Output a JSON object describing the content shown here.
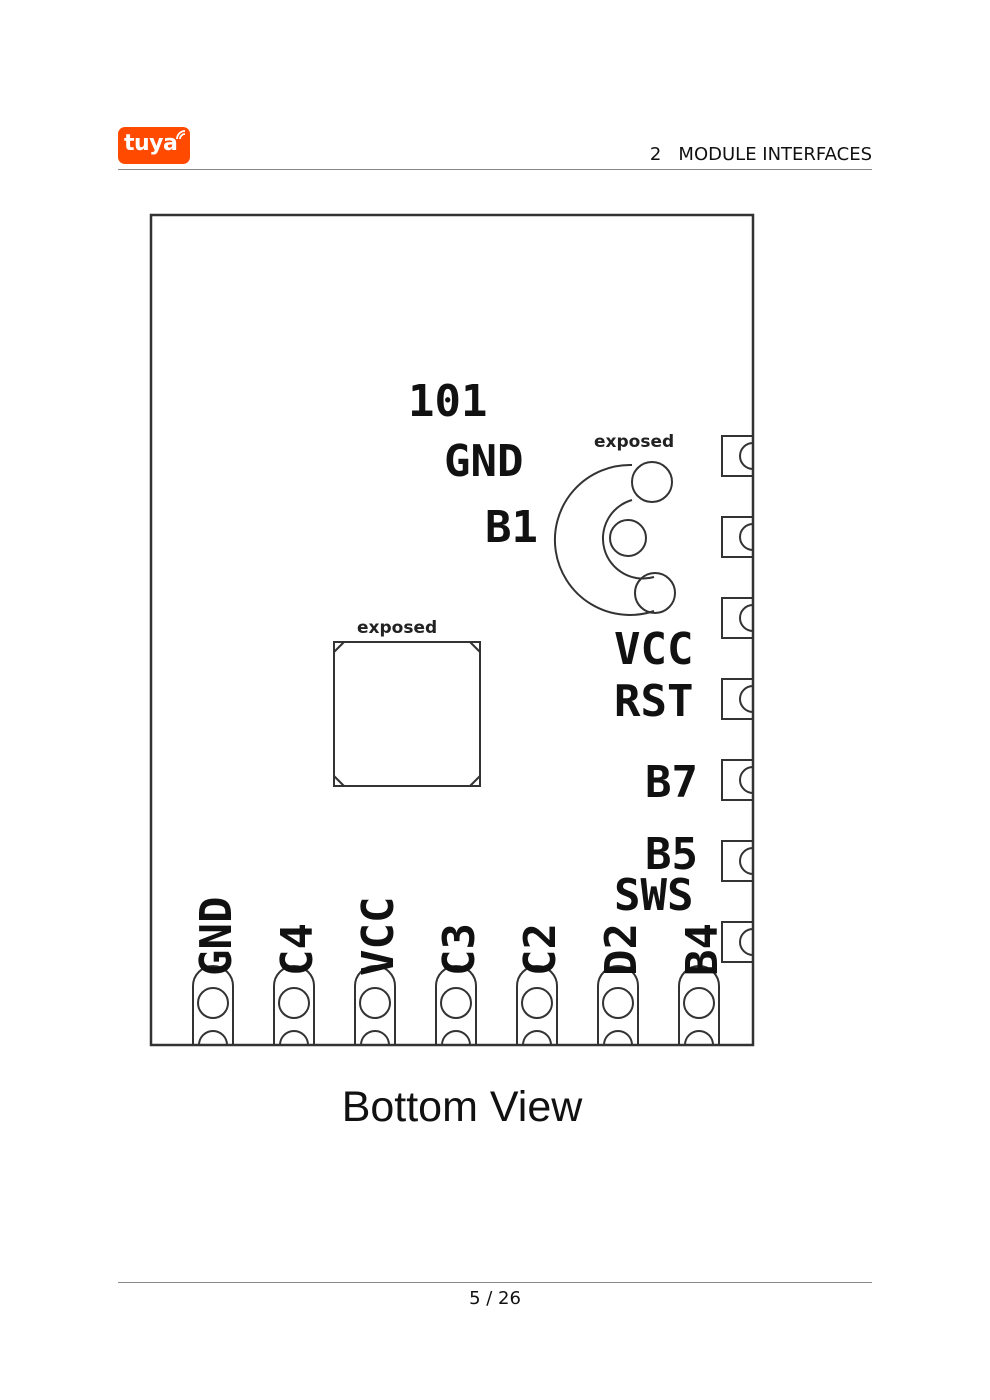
{
  "header": {
    "logo_text": "tuya",
    "section": "2   MODULE INTERFACES"
  },
  "diagram": {
    "top_labels": [
      "101",
      "GND",
      "B1"
    ],
    "exposed_label_top": "exposed",
    "exposed_label_pad": "exposed",
    "right_labels": [
      "VCC",
      "RST",
      "B7",
      "B5",
      "SWS"
    ],
    "bottom_labels": [
      "GND",
      "C4",
      "VCC",
      "C3",
      "C2",
      "D2",
      "B4"
    ],
    "caption": "Bottom View"
  },
  "footer": {
    "page": "5 / 26"
  }
}
